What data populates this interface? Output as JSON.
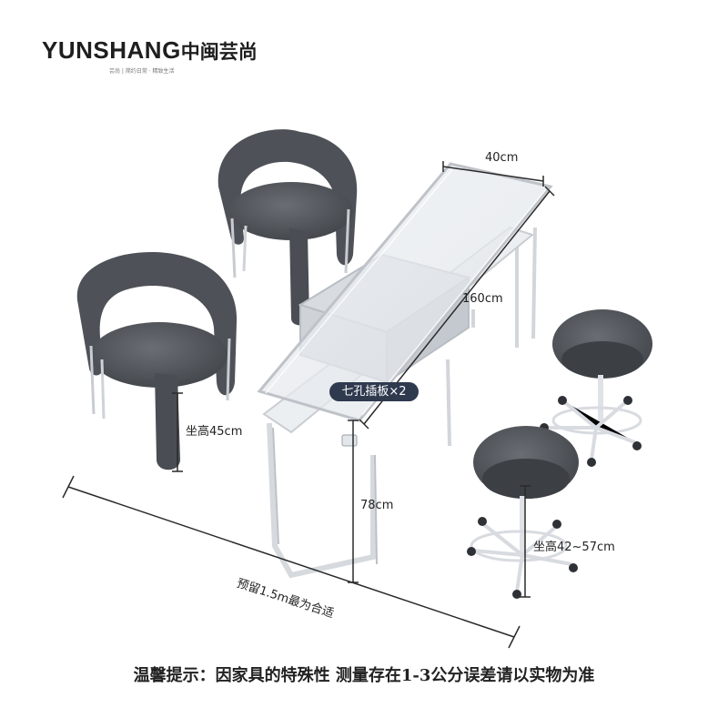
{
  "brand": {
    "logo_latin": "YUNSHANG",
    "logo_chinese": "中闽芸尚",
    "tagline": "芸尚 | 简约日常 · 精致生活"
  },
  "dimensions": {
    "table_width": "40cm",
    "table_length": "160cm",
    "socket": "七孔插板×2",
    "chair_seat_height": "坐高45cm",
    "table_height": "78cm",
    "stool_seat_height": "坐高42~57cm",
    "clearance": "预留1.5m最为合适"
  },
  "notice": "温馨提示：因家具的特殊性 测量存在1-3公分误差请以实物为准",
  "colors": {
    "upholstery": "#4b4f55",
    "frame": "#d8dbe0",
    "glass_edge": "#bfc3c9",
    "label_pill": "#2f3a4f"
  }
}
